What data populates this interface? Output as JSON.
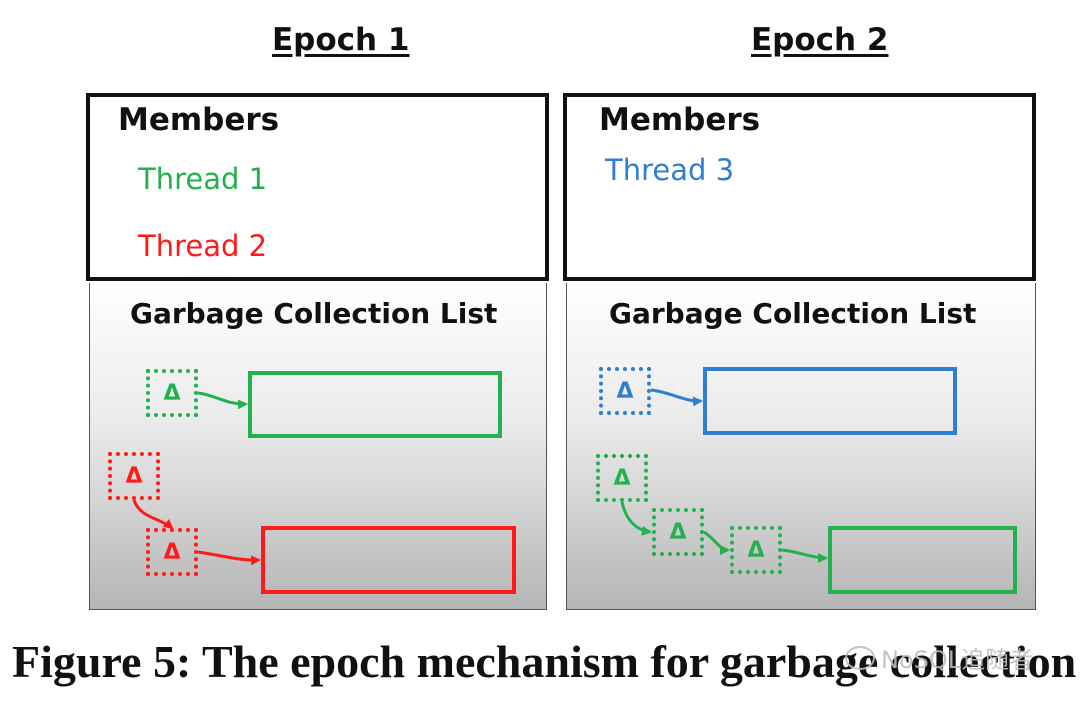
{
  "epochs": [
    {
      "title": "Epoch 1",
      "members_header": "Members",
      "threads": [
        "Thread 1",
        "Thread 2"
      ],
      "gc_header": "Garbage Collection List",
      "deltas": [
        "Δ",
        "Δ",
        "Δ"
      ]
    },
    {
      "title": "Epoch 2",
      "members_header": "Members",
      "threads": [
        "Thread 3"
      ],
      "gc_header": "Garbage Collection List",
      "deltas": [
        "Δ",
        "Δ",
        "Δ",
        "Δ"
      ]
    }
  ],
  "caption": "Figure 5: The epoch mechanism for garbage collection",
  "watermark": "NoSQL追随者",
  "colors": {
    "green": "#22b14c",
    "red": "#ff1a1a",
    "blue": "#2f7fd0"
  }
}
